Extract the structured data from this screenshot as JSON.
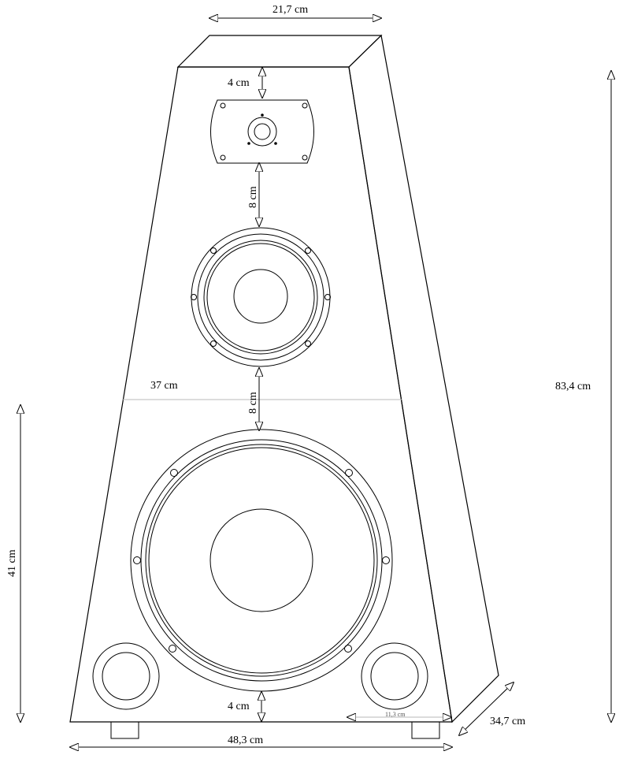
{
  "dimensions": {
    "top_width": "21,7 cm",
    "tweeter_top_gap": "4 cm",
    "tweeter_mid_gap": "8 cm",
    "mid_woofer_gap": "8 cm",
    "mid_width": "37 cm",
    "bottom_gap": "4 cm",
    "port_offset": "11,3 cm",
    "total_height": "83,4 cm",
    "lower_height": "41 cm",
    "depth": "34,7 cm",
    "bottom_width": "48,3 cm"
  },
  "colors": {
    "line": "#000000",
    "guide_line": "#b8b8b8",
    "background": "#ffffff"
  }
}
